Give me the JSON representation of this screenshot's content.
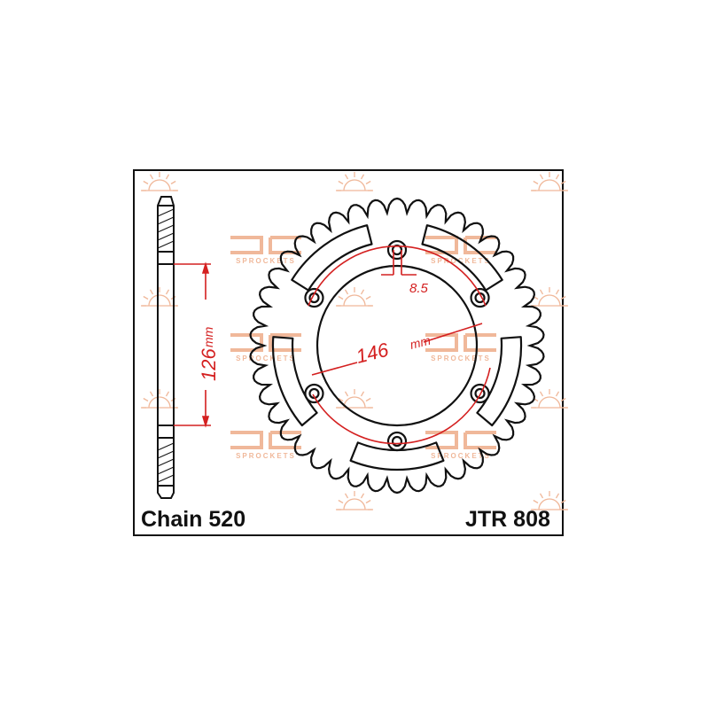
{
  "labels": {
    "chain": "Chain 520",
    "part_number": "JTR 808"
  },
  "dimensions": {
    "offset": "126",
    "offset_unit": "mm",
    "pcd": "146",
    "pcd_unit": "mm",
    "bolt_hole": "8.5"
  },
  "colors": {
    "outline": "#111111",
    "dimension": "#d42020",
    "watermark": "#f0b89a"
  }
}
